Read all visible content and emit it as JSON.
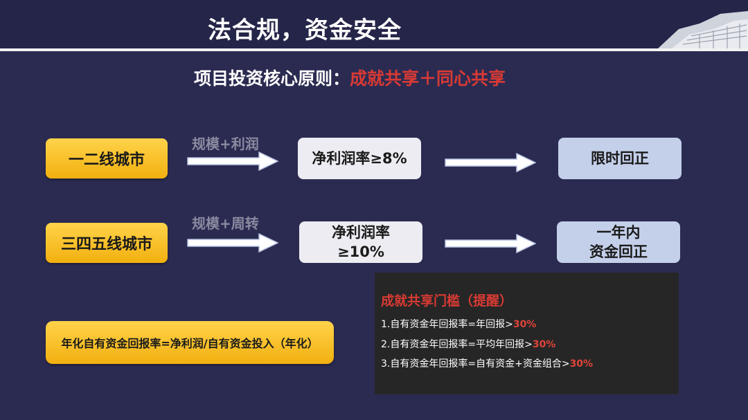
{
  "header": {
    "title": "法合规，资金安全"
  },
  "subtitle": {
    "prefix": "项目投资核心原则：",
    "highlight": "成就共享＋同心共享"
  },
  "rows": [
    {
      "city": "一二线城市",
      "arrow_label": "规模+利润",
      "condition": [
        "净利润率≥8%"
      ],
      "result": [
        "限时回正"
      ]
    },
    {
      "city": "三四五线城市",
      "arrow_label": "规模+周转",
      "condition": [
        "净利润率",
        "≥10%"
      ],
      "result": [
        "一年内",
        "资金回正"
      ]
    }
  ],
  "formula": "年化自有资金回报率=净利润/自有资金投入（年化）",
  "reminder": {
    "title": "成就共享门槛（提醒）",
    "items": [
      {
        "text": "1.自有资金年回报率=年回报>",
        "pct": "30%"
      },
      {
        "text": "2.自有资金年回报率=平均年回报>",
        "pct": "30%"
      },
      {
        "text": "3.自有资金年回报率=自有资金+资金组合>",
        "pct": "30%"
      }
    ]
  },
  "colors": {
    "background": "#2b2b52",
    "accent_red": "#d83a34",
    "gold": "#f2b010",
    "light_box": "#ececf2",
    "result_box": "#c4d0ea",
    "panel": "#262626"
  }
}
